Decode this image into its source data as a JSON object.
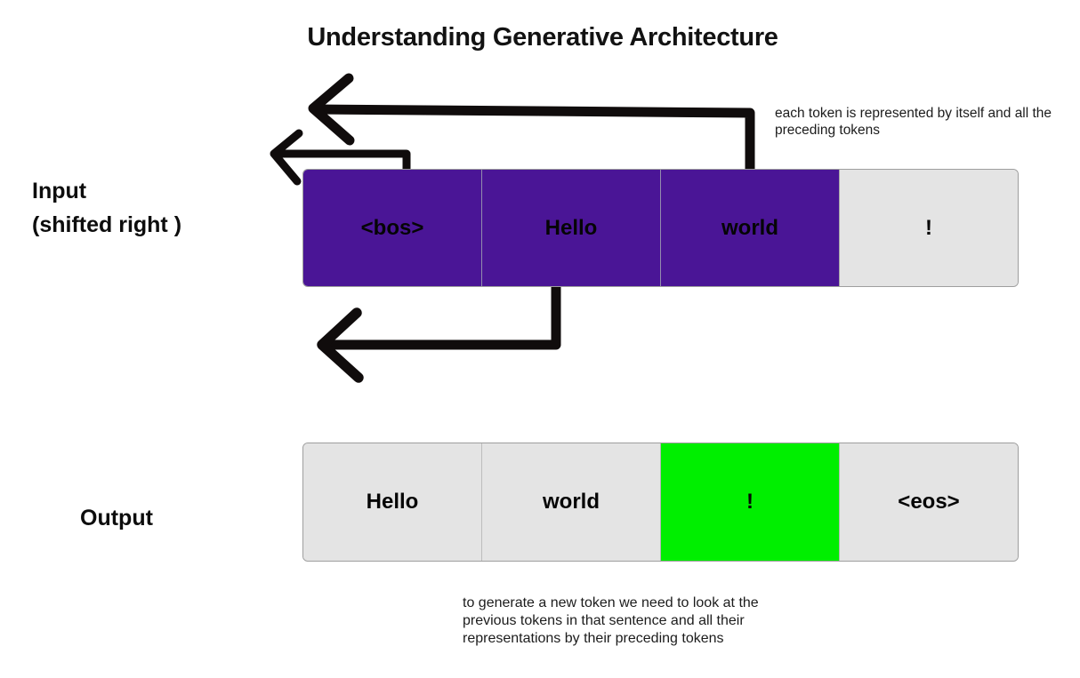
{
  "title": "Understanding Generative Architecture",
  "colors": {
    "token_highlight_purple": "#4a1596",
    "token_highlight_green": "#00ef00",
    "token_default_gray": "#e4e4e4",
    "arrow_black": "#100c0c"
  },
  "input": {
    "label_line1": "Input",
    "label_line2": "(shifted right )",
    "tokens": [
      {
        "text": "<bos>",
        "highlight": "purple"
      },
      {
        "text": "Hello",
        "highlight": "purple"
      },
      {
        "text": "world",
        "highlight": "purple"
      },
      {
        "text": "!",
        "highlight": "none"
      }
    ]
  },
  "output": {
    "label": "Output",
    "tokens": [
      {
        "text": "Hello",
        "highlight": "none"
      },
      {
        "text": "world",
        "highlight": "none"
      },
      {
        "text": "!",
        "highlight": "green"
      },
      {
        "text": "<eos>",
        "highlight": "none"
      }
    ]
  },
  "annotations": {
    "top_right": "each token is represented by itself and all the preceding tokens",
    "bottom": "to generate a new token we need to look at the previous tokens in that sentence and all their representations by their preceding tokens"
  },
  "icons": {
    "arrow_from_world": "left-elbow-arrow",
    "arrow_from_bos": "left-elbow-arrow",
    "arrow_from_hello": "left-elbow-arrow"
  }
}
